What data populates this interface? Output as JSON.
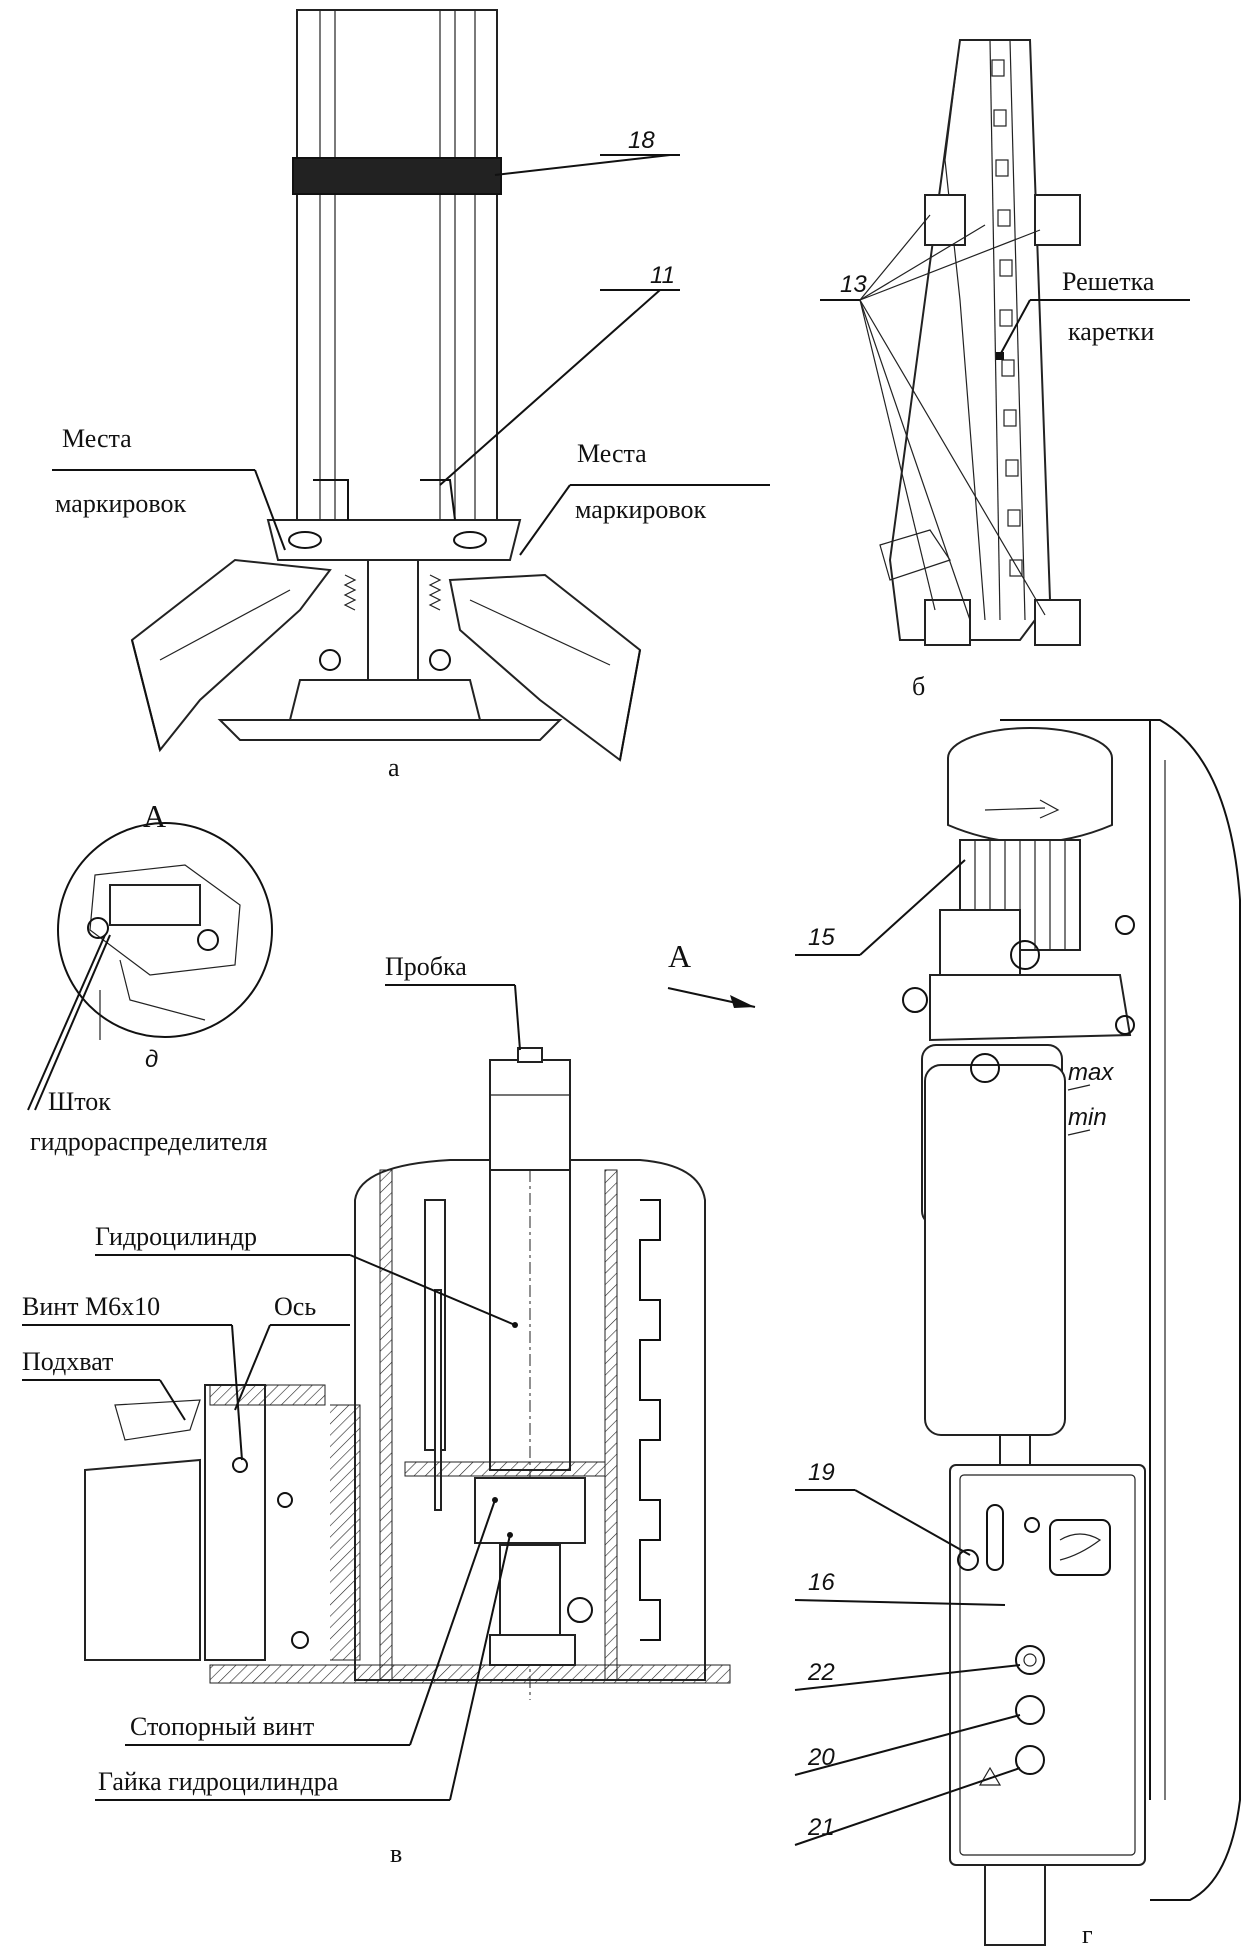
{
  "captions": {
    "a": "а",
    "b": "б",
    "v": "в",
    "g": "г",
    "d": "д"
  },
  "view_marker": "А",
  "view_marker_arrow": "А",
  "labels": {
    "mesta_left_1": "Места",
    "mesta_left_2": "маркировок",
    "mesta_right_1": "Места",
    "mesta_right_2": "маркировок",
    "reshetka_1": "Решетка",
    "reshetka_2": "каретки",
    "probka": "Пробка",
    "shtok_1": "Шток",
    "shtok_2": "гидрораспределителя",
    "gidrocilindr": "Гидроцилиндр",
    "vint": "Винт М6х10",
    "os": "Ось",
    "podhvat": "Подхват",
    "stopornyi": "Стопорный винт",
    "gaika": "Гайка гидроцилиндра",
    "tank_max": "max",
    "tank_min": "min"
  },
  "callouts": {
    "n18": "18",
    "n11": "11",
    "n13": "13",
    "n15": "15",
    "n19": "19",
    "n16": "16",
    "n22": "22",
    "n20": "20",
    "n21": "21"
  }
}
